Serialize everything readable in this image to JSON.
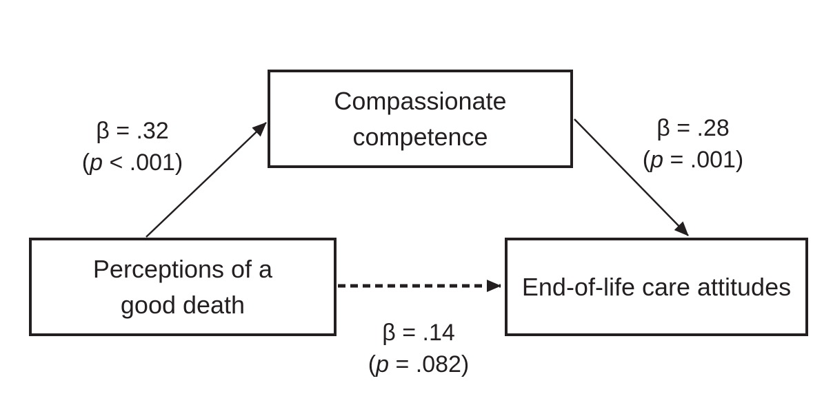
{
  "figure": {
    "type": "mediation-path-diagram",
    "background": "#ffffff",
    "ink_color": "#231f20"
  },
  "boxes": {
    "mediator": {
      "lines": [
        "Compassionate",
        "competence"
      ]
    },
    "predictor": {
      "lines": [
        "Perceptions of a",
        "good death"
      ]
    },
    "outcome": {
      "lines": [
        "End-of-life care attitudes"
      ]
    }
  },
  "paths": {
    "a": {
      "from": "Perceptions of a good death",
      "to": "Compassionate competence",
      "style": "solid",
      "beta": "β = .32",
      "p_open": "(",
      "p_var": "p",
      "p_rest": " < .001)"
    },
    "b": {
      "from": "Compassionate competence",
      "to": "End-of-life care attitudes",
      "style": "solid",
      "beta": "β = .28",
      "p_open": "(",
      "p_var": "p",
      "p_rest": " = .001)"
    },
    "c": {
      "from": "Perceptions of a good death",
      "to": "End-of-life care attitudes",
      "style": "dashed",
      "beta": "β = .14",
      "p_open": "(",
      "p_var": "p",
      "p_rest": " = .082)"
    }
  }
}
